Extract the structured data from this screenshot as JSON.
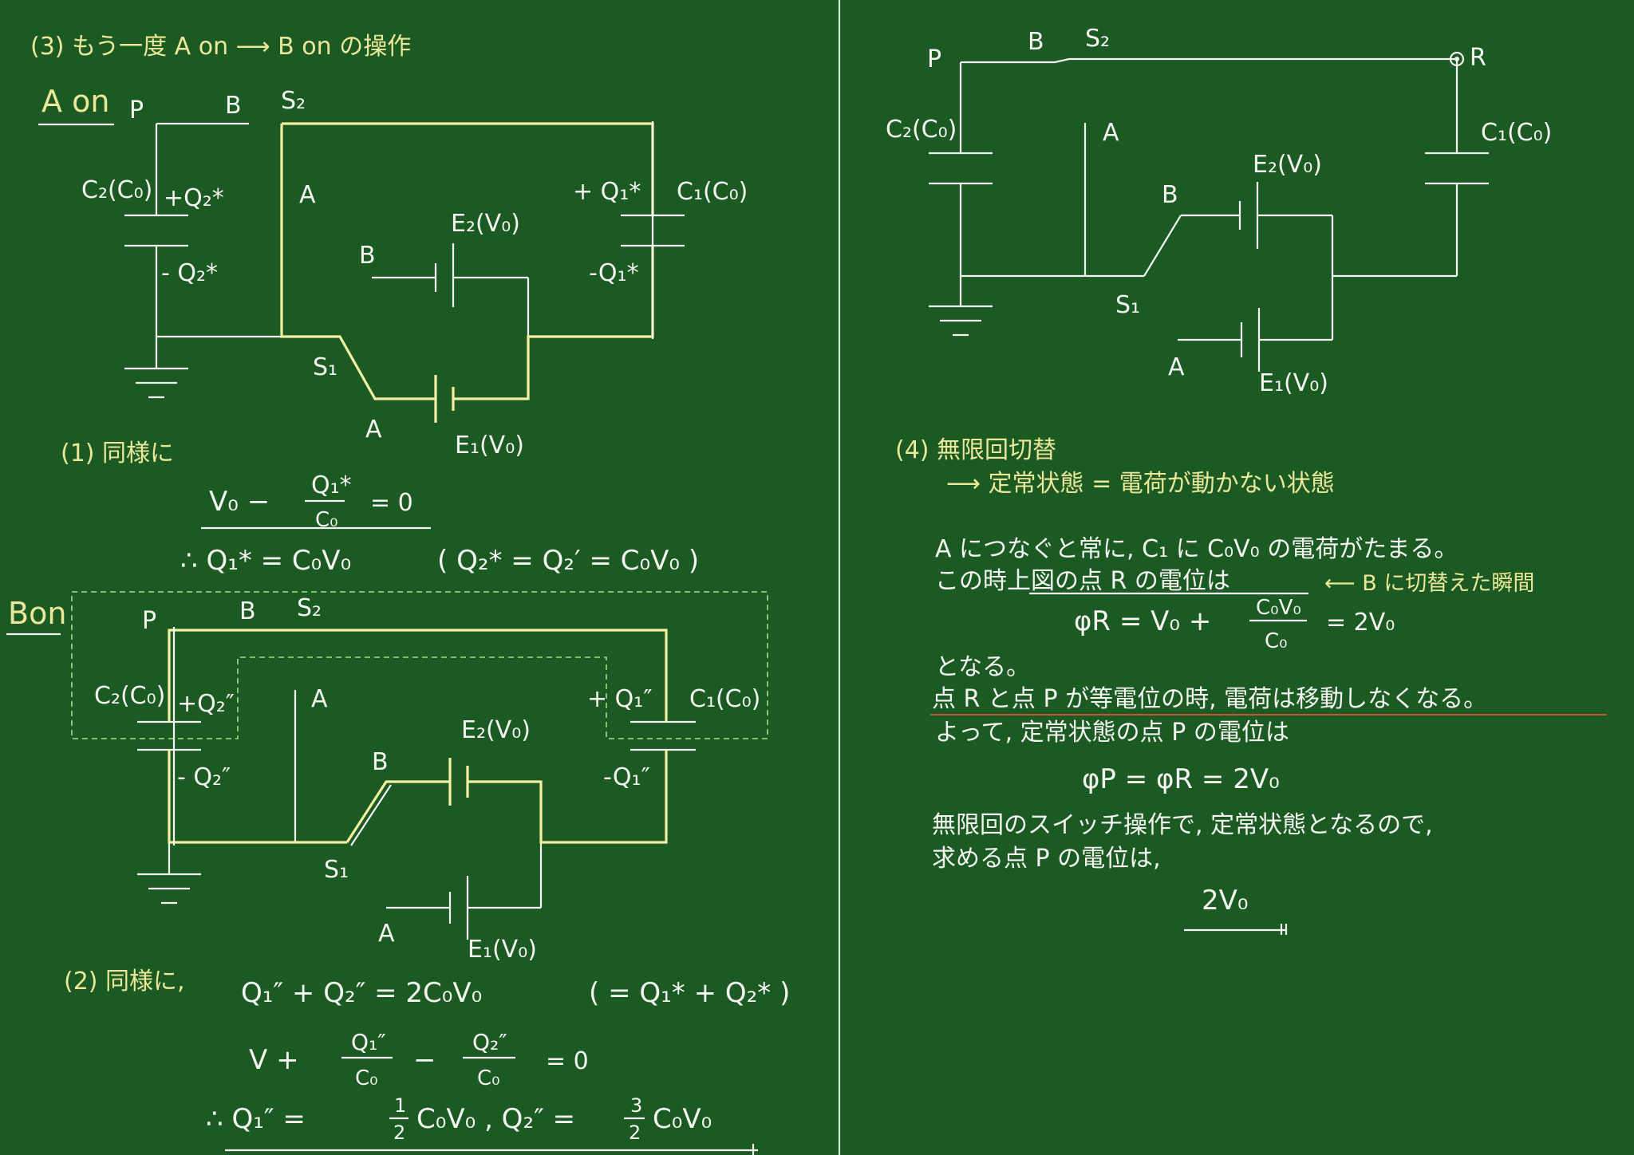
{
  "left": {
    "heading3": "(3) もう一度 A on ⟶ B on の操作",
    "a_on_label": "A on",
    "circuit1": {
      "P": "P",
      "B_top": "B",
      "S2": "S₂",
      "C2": "C₂(C₀)",
      "plus_q2": "+Q₂*",
      "minus_q2": "- Q₂*",
      "A": "A",
      "B": "B",
      "E2": "E₂(V₀)",
      "plus_q1": "+ Q₁*",
      "C1": "C₁(C₀)",
      "minus_q1": "-Q₁*",
      "S1": "S₁",
      "A_bottom": "A",
      "E1": "E₁(V₀)"
    },
    "item1": "(1) 同様に",
    "eq1_left": "V₀ −",
    "eq1_num": "Q₁*",
    "eq1_den": "C₀",
    "eq1_right": "= 0",
    "eq1_result": "∴ Q₁* = C₀V₀",
    "eq1_paren": "( Q₂* = Q₂′ = C₀V₀ )",
    "b_on_label": "Bon",
    "circuit2": {
      "P": "P",
      "B_top": "B",
      "S2": "S₂",
      "C2": "C₂(C₀)",
      "plus_q2": "+Q₂″",
      "minus_q2": "- Q₂″",
      "A": "A",
      "B": "B",
      "E2": "E₂(V₀)",
      "plus_q1": "+ Q₁″",
      "C1": "C₁(C₀)",
      "minus_q1": "-Q₁″",
      "S1": "S₁",
      "A_bottom": "A",
      "E1": "E₁(V₀)"
    },
    "item2": "(2) 同様に,",
    "eq2_line1": "Q₁″ + Q₂″ = 2C₀V₀",
    "eq2_paren": "( = Q₁* + Q₂* )",
    "eq2_v": "V +",
    "eq2_num1": "Q₁″",
    "eq2_den1": "C₀",
    "eq2_minus": "−",
    "eq2_num2": "Q₂″",
    "eq2_den2": "C₀",
    "eq2_zero": "= 0",
    "eq2_result_a": "∴ Q₁″ =",
    "eq2_frac1_num": "1",
    "eq2_frac1_den": "2",
    "eq2_result_b": "C₀V₀ , Q₂″ =",
    "eq2_frac2_num": "3",
    "eq2_frac2_den": "2",
    "eq2_result_c": "C₀V₀"
  },
  "right": {
    "circuit3": {
      "P": "P",
      "B_top": "B",
      "S2": "S₂",
      "R": "R",
      "C2": "C₂(C₀)",
      "C1": "C₁(C₀)",
      "A": "A",
      "E2": "E₂(V₀)",
      "B": "B",
      "S1": "S₁",
      "A_bottom": "A",
      "E1": "E₁(V₀)"
    },
    "heading4": "(4) 無限回切替",
    "heading4_sub": "⟶ 定常状態 = 電荷が動かない状態",
    "line1": "A につなぐと常に, C₁ に C₀V₀ の電荷がたまる。",
    "line2": "この時上図の点 R の電位は",
    "arrow_note": "⟵ B に切替えた瞬間",
    "phiR_left": "φR = V₀ +",
    "phiR_num": "C₀V₀",
    "phiR_den": "C₀",
    "phiR_right": "= 2V₀",
    "line3": "となる。",
    "line4": "点 R と点 P が等電位の時, 電荷は移動しなくなる。",
    "line5": "よって, 定常状態の点 P の電位は",
    "phiP": "φP = φR = 2V₀",
    "line6": "無限回のスイッチ操作で, 定常状態となるので,",
    "line7": "求める点 P の電位は,",
    "answer": "2V₀"
  }
}
